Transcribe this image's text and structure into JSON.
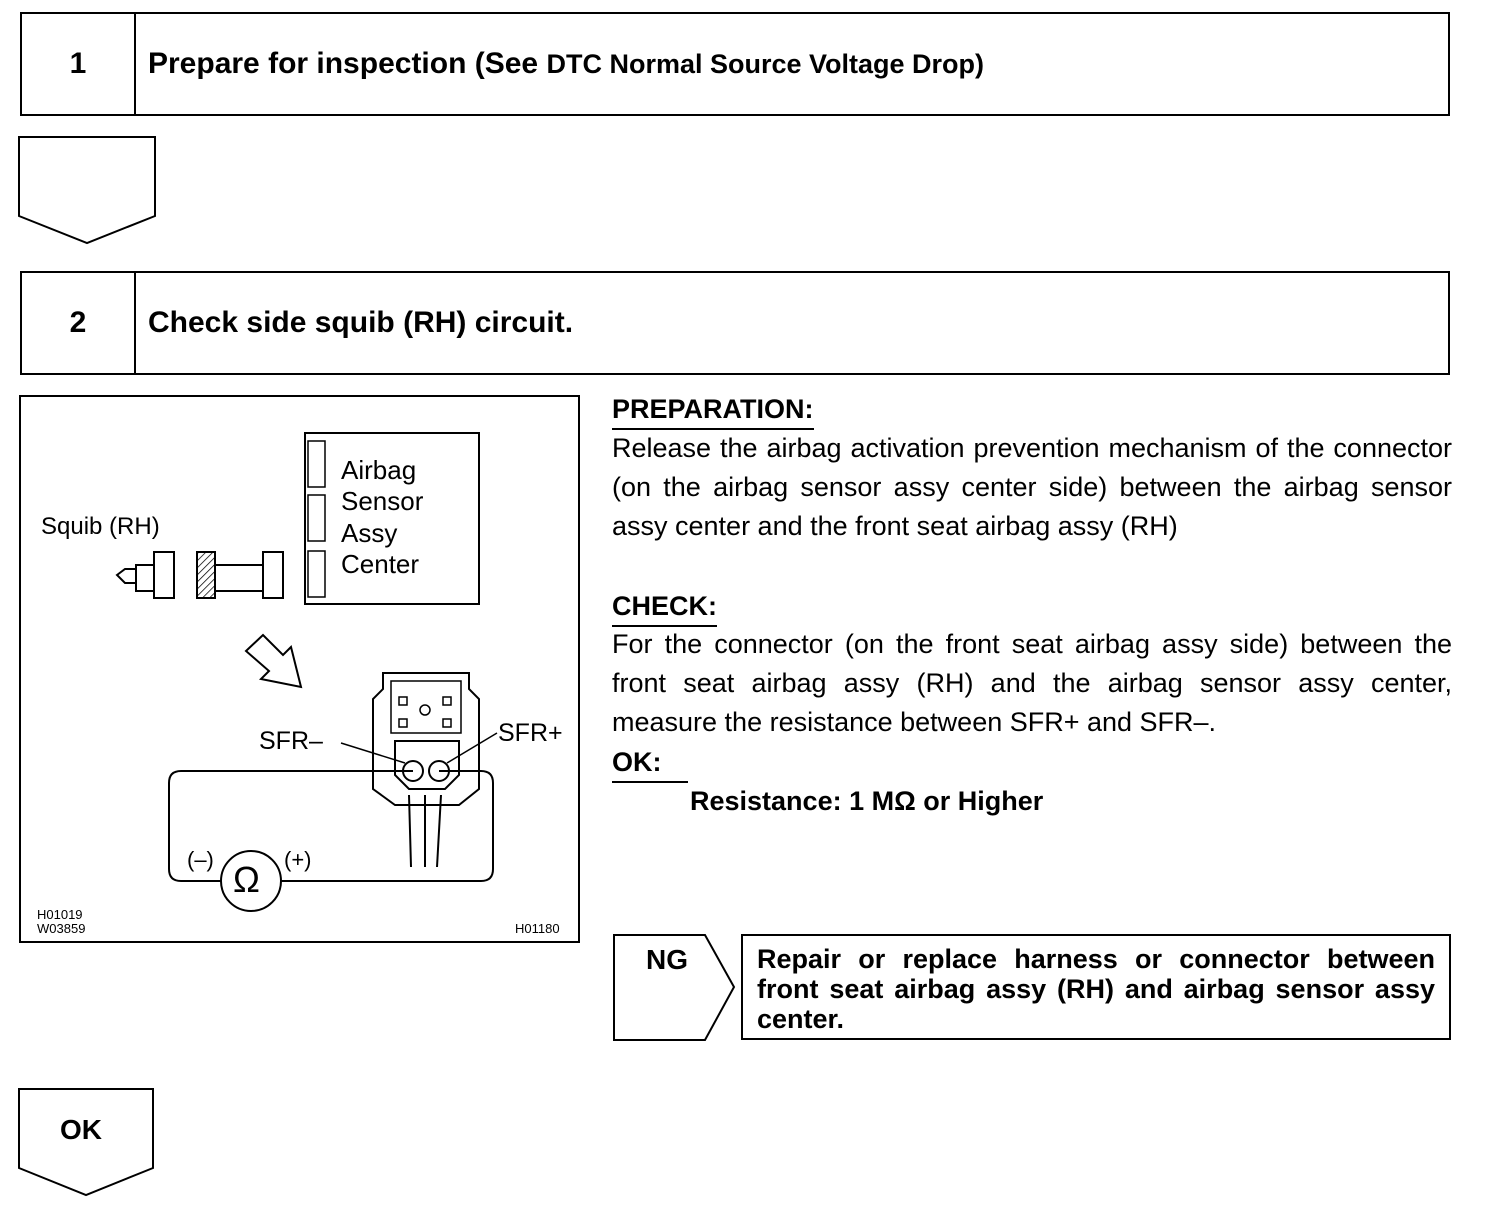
{
  "step1": {
    "number": "1",
    "title_main": "Prepare for inspection (See ",
    "title_small": "DTC Normal Source Voltage Drop)"
  },
  "step2": {
    "number": "2",
    "title": "Check side squib (RH) circuit."
  },
  "figure": {
    "squib_label": "Squib (RH)",
    "sensor_lines": [
      "Airbag",
      "Sensor",
      "Assy",
      "Center"
    ],
    "sfr_minus": "SFR–",
    "sfr_plus": "SFR+",
    "ohm_minus": "(–)",
    "ohm_plus": "(+)",
    "ohm_symbol": "Ω",
    "code_left_1": "H01019",
    "code_left_2": "W03859",
    "code_right": "H01180"
  },
  "preparation": {
    "heading": "PREPARATION:",
    "text": "Release the airbag activation prevention mechanism of the connector (on the airbag sensor assy center side) between the airbag sensor assy center and the front seat airbag assy (RH)"
  },
  "check": {
    "heading": "CHECK:",
    "text": "For the connector (on the front seat airbag assy side) between the front seat airbag assy (RH) and the airbag sensor assy center, measure the resistance between SFR+ and SFR–."
  },
  "ok": {
    "heading": "OK:",
    "value": "Resistance: 1 MΩ or Higher"
  },
  "ng": {
    "label": "NG",
    "action": "Repair or replace harness or connector between front seat airbag assy (RH) and airbag sensor assy center."
  },
  "ok_arrow": {
    "label": "OK"
  }
}
